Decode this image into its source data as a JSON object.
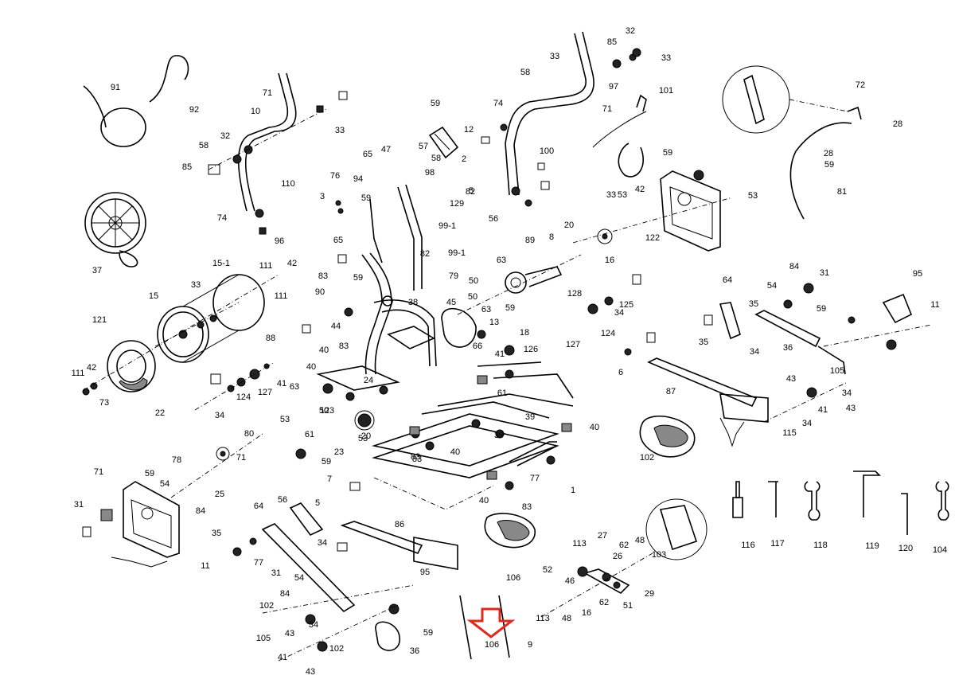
{
  "labels": [
    "91",
    "92",
    "71",
    "10",
    "33",
    "32",
    "58",
    "85",
    "74",
    "110",
    "96",
    "37",
    "15-1",
    "111",
    "42",
    "15",
    "33",
    "111",
    "121",
    "42",
    "111",
    "73",
    "22",
    "34",
    "124",
    "127",
    "41",
    "88",
    "59",
    "12",
    "47",
    "57",
    "94",
    "98",
    "59",
    "58",
    "65",
    "2",
    "76",
    "3",
    "65",
    "129",
    "82",
    "56",
    "5",
    "99-1",
    "99-1",
    "82",
    "83",
    "90",
    "59",
    "38",
    "79",
    "45",
    "44",
    "40",
    "83",
    "40",
    "50",
    "63",
    "24",
    "123",
    "61",
    "23",
    "59",
    "53",
    "20",
    "53",
    "80",
    "78",
    "71",
    "25",
    "71",
    "59",
    "54",
    "84",
    "31",
    "35",
    "11",
    "77",
    "64",
    "56",
    "5",
    "34",
    "31",
    "54",
    "84",
    "102",
    "105",
    "43",
    "34",
    "102",
    "41",
    "43",
    "95",
    "59",
    "36",
    "7",
    "86",
    "106",
    "106",
    "9",
    "58",
    "32",
    "85",
    "33",
    "97",
    "101",
    "71",
    "33",
    "74",
    "100",
    "72",
    "28",
    "28",
    "59",
    "81",
    "59",
    "53",
    "33",
    "42",
    "53",
    "122",
    "20",
    "16",
    "89",
    "8",
    "126",
    "18",
    "128",
    "125",
    "34",
    "124",
    "127",
    "41",
    "61",
    "39",
    "39",
    "40",
    "83",
    "83",
    "40",
    "40",
    "83",
    "1",
    "77",
    "64",
    "35",
    "54",
    "84",
    "31",
    "59",
    "95",
    "11",
    "35",
    "34",
    "36",
    "6",
    "87",
    "102",
    "43",
    "105",
    "43",
    "34",
    "34",
    "41",
    "115",
    "116",
    "117",
    "118",
    "119",
    "120",
    "104",
    "27",
    "113",
    "62",
    "48",
    "103",
    "52",
    "46",
    "26",
    "29",
    "51",
    "62",
    "113",
    "48",
    "16",
    "63",
    "50",
    "50",
    "63",
    "59",
    "13",
    "66"
  ],
  "colors": {
    "highlight_arrow": "#e0281e"
  }
}
